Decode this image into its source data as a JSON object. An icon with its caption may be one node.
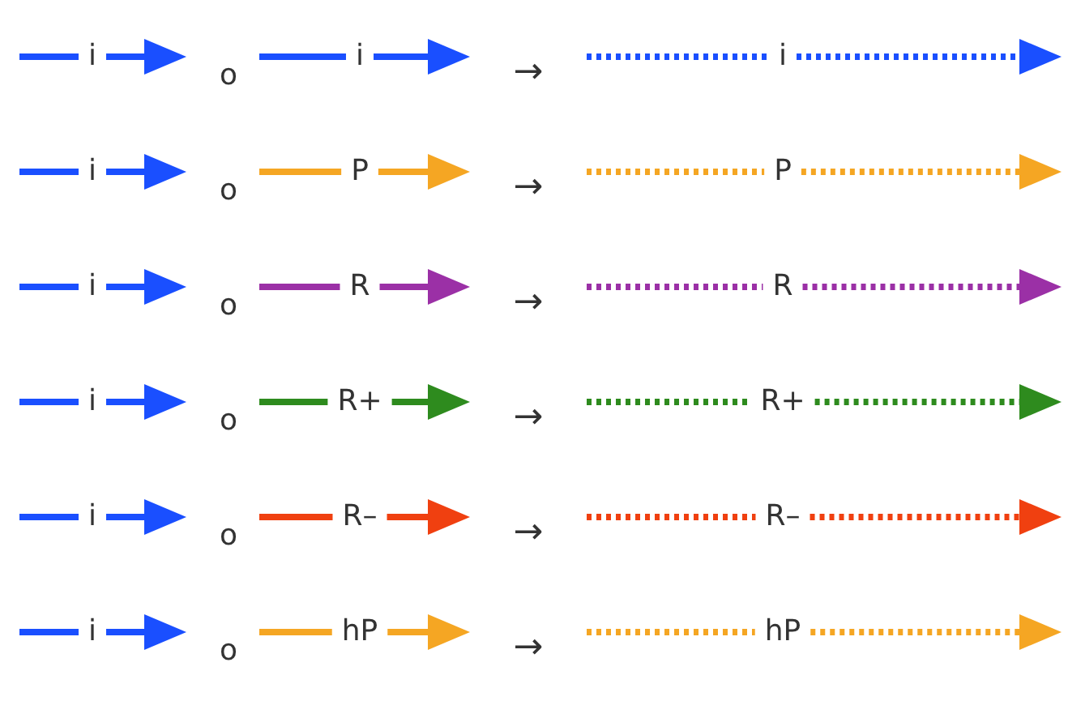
{
  "diagram": {
    "labels": [
      "i",
      "o",
      "i",
      "→",
      "i",
      "i",
      "o",
      "P",
      "→",
      "P",
      "i",
      "o",
      "R",
      "→",
      "R",
      "i",
      "o",
      "R+",
      "→",
      "R+",
      "i",
      "o",
      "R–",
      "→",
      "R–",
      "i",
      "o",
      "hP",
      "→",
      "hP"
    ]
  }
}
